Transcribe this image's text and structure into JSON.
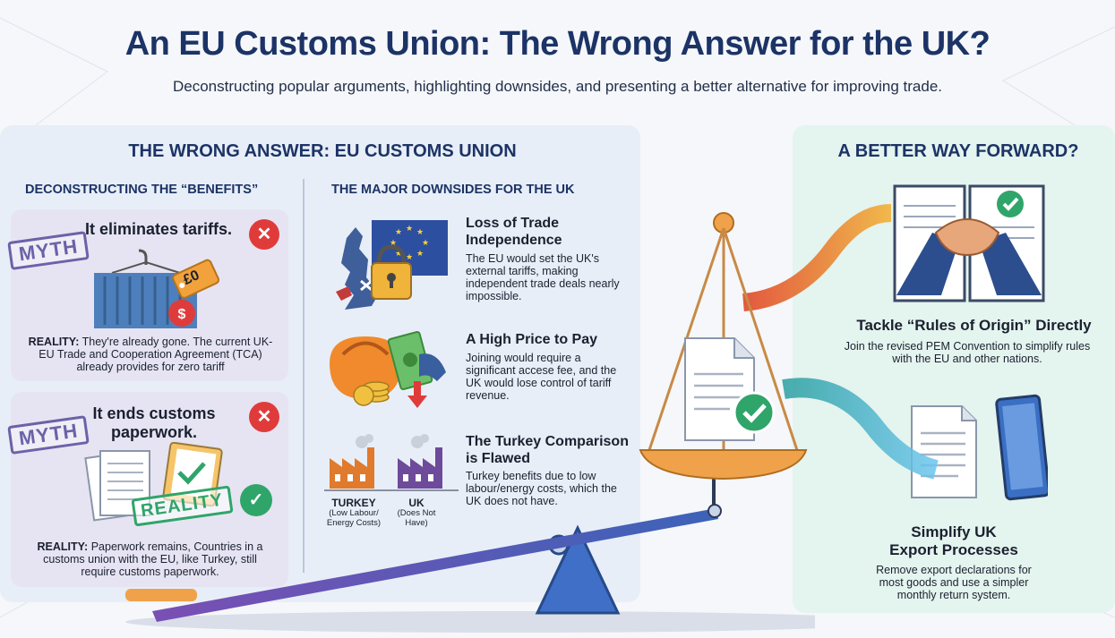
{
  "title": "An EU Customs Union: The Wrong Answer for the UK?",
  "subtitle": "Deconstructing popular arguments, highlighting downsides, and presenting a better alternative for improving trade.",
  "left_panel": {
    "heading": "THE WRONG ANSWER: EU CUSTOMS UNION",
    "benefits_heading": "DECONSTRUCTING THE “BENEFITS”",
    "downsides_heading": "THE MAJOR DOWNSIDES FOR THE UK",
    "myths": [
      {
        "stamp": "MYTH",
        "title": "It eliminates tariffs.",
        "tag": "£0",
        "reality_label": "REALITY:",
        "reality": " They're already gone. The current UK-EU Trade and Cooperation Agreement (TCA) already provides for zero tariff"
      },
      {
        "stamp": "MYTH",
        "title": "It ends customs paperwork.",
        "reality_stamp": "REALITY",
        "reality_label": "REALITY:",
        "reality": " Paperwork remains, Countries in a customs union with the EU, like Turkey, still require customs paperwork."
      }
    ],
    "downsides": [
      {
        "title": "Loss of Trade Independence",
        "text": "The EU would set the UK's external tariffs, making independent trade deals nearly impossible."
      },
      {
        "title": "A High Price to Pay",
        "text": "Joining would require a significant accese fee, and the UK would lose control of tariff revenue."
      },
      {
        "title": "The Turkey Comparison is Flawed",
        "text": "Turkey benefits due to low labour/energy costs, which the UK does not have.",
        "factories": [
          {
            "name": "TURKEY",
            "note": "(Low Labour/ Energy Costs)"
          },
          {
            "name": "UK",
            "note": "(Does Not Have)"
          }
        ]
      }
    ]
  },
  "right_panel": {
    "heading": "A BETTER WAY FORWARD?",
    "items": [
      {
        "title": "Tackle “Rules of Origin” Directly",
        "text": "Join the revised PEM Convention to simplify rules with the EU and other nations."
      },
      {
        "title": "Simplify UK Export Processes",
        "text": "Remove export declarations for most goods and use a simpler monthly return system."
      }
    ]
  },
  "colors": {
    "navy": "#1c3366",
    "cross": "#e03b3b",
    "check": "#2fa56a",
    "myth": "#6b62a8"
  }
}
